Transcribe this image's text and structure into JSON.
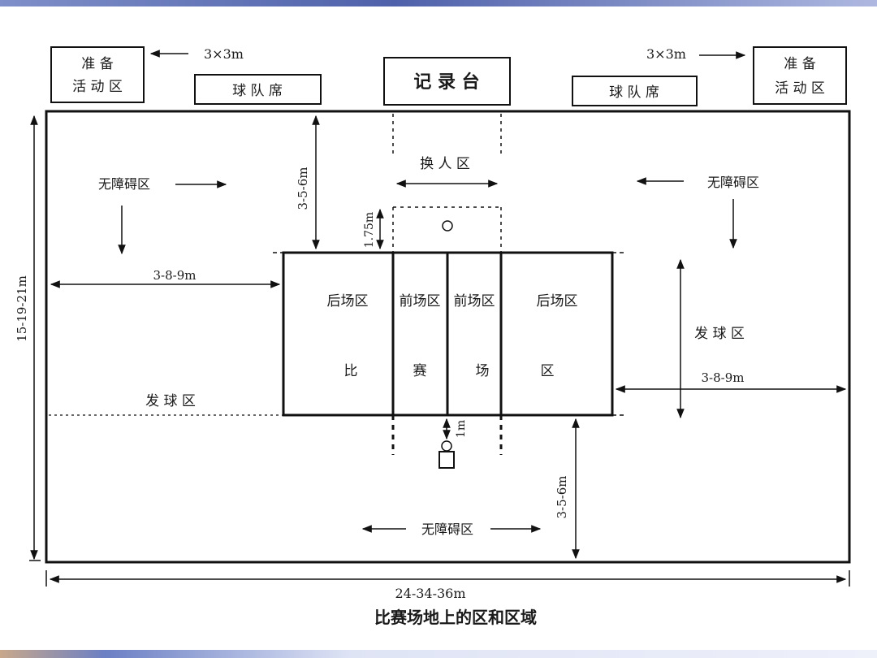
{
  "caption": "比赛场地上的区和区域",
  "boxes": {
    "warmup_left": [
      "准 备",
      "活 动 区"
    ],
    "warmup_right": [
      "准 备",
      "活 动 区"
    ],
    "bench_left": "球 队 席",
    "bench_right": "球 队 席",
    "scorer_table": "记  录  台"
  },
  "dimensions": {
    "warmup_left_size": "3×3m",
    "warmup_right_size": "3×3m",
    "top_clearance": "3-5-6m",
    "bottom_clearance": "3-5-6m",
    "side_clearance_left": "3-8-9m",
    "side_clearance_right": "3-8-9m",
    "substitution_depth": "1.75m",
    "referee_distance": "1m",
    "total_width": "24-34-36m",
    "total_length": "15-19-21m"
  },
  "zones": {
    "free_zone_top_left": "无障碍区",
    "free_zone_top_right": "无障碍区",
    "free_zone_bottom": "无障碍区",
    "substitution_zone": "换 人 区",
    "service_zone_left": "发 球 区",
    "service_zone_right": "发 球 区",
    "back_zone_left": "后场区",
    "front_zone_left": "前场区",
    "front_zone_right": "前场区",
    "back_zone_right": "后场区",
    "court_chars": [
      "比",
      "赛",
      "场",
      "区"
    ]
  }
}
